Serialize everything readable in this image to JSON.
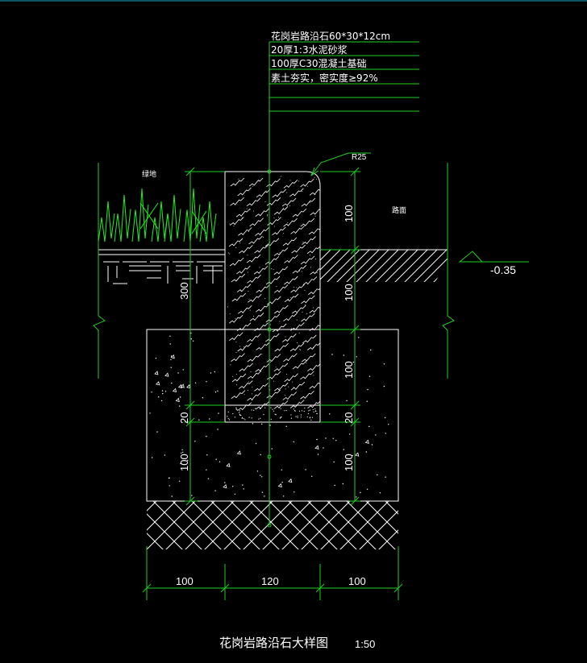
{
  "notes": [
    "花岗岩路沿石60*30*12cm",
    "20厚1:3水泥砂浆",
    "100厚C30混凝土基础",
    "素土夯实，密实度≥92%"
  ],
  "labels": {
    "green_area": "绿地",
    "road_surface": "路面",
    "radius": "R25",
    "elevation": "-0.35"
  },
  "dims": {
    "left_height": "300",
    "left_cushion": "20",
    "left_base": "100",
    "right_top": "100",
    "right_mid": "100",
    "right_lower": "100",
    "right_cushion": "20",
    "right_base": "100",
    "bottom_left": "100",
    "bottom_center": "120",
    "bottom_right": "100"
  },
  "title": {
    "name": "花岗岩路沿石大样图",
    "scale": "1:50"
  },
  "colors": {
    "background": "#000000",
    "lines": "#ffffff",
    "dimensions": "#22ff22",
    "frame": "#1ca6c8"
  }
}
